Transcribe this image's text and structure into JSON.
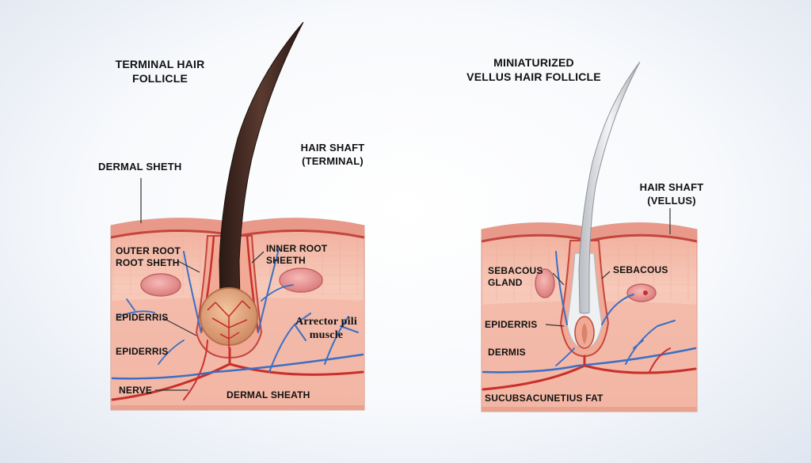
{
  "left_panel": {
    "heading_line1": "TERMINAL HAIR",
    "heading_line2": "FOLLICLE",
    "dermal_sheath_top": "DERMAL SHETH",
    "hair_shaft_line1": "HAIR SHAFT",
    "hair_shaft_line2": "(TERMINAL)",
    "outer_root_line1": "OUTER ROOT",
    "outer_root_line2": "ROOT SHETH",
    "inner_root_line1": "INNER ROOT",
    "inner_root_line2": "SHEETH",
    "epiderris_1": "EPIDERRIS",
    "epiderris_2": "EPIDERRIS",
    "arrector_line1": "Arrector pili",
    "arrector_line2": "muscle",
    "nerve": "NERVE",
    "dermal_sheath_bottom": "DERMAL SHEATH"
  },
  "right_panel": {
    "heading_line1": "MINIATURIZED",
    "heading_line2": "VELLUS HAIR FOLLICLE",
    "hair_shaft_line1": "HAIR SHAFT",
    "hair_shaft_line2": "(VELLUS)",
    "sebacous_left_line1": "SEBACOUS",
    "sebacous_left_line2": "GLAND",
    "sebacous_right": "SEBACOUS",
    "epiderris": "EPIDERRIS",
    "dermis": "DERMIS",
    "fat": "SUCUBSACUNETIUS FAT"
  },
  "colors": {
    "skin_top": "#f3b7a4",
    "skin_body": "#f6c4b4",
    "epidermis_line": "#c2463e",
    "terminal_hair": "#3d2620",
    "vellus_hair": "#d9dadd",
    "vessel_red": "#c8302b",
    "vessel_blue": "#3a6fc4",
    "bulb": "#e7a67c",
    "gland": "#e99a9a"
  }
}
